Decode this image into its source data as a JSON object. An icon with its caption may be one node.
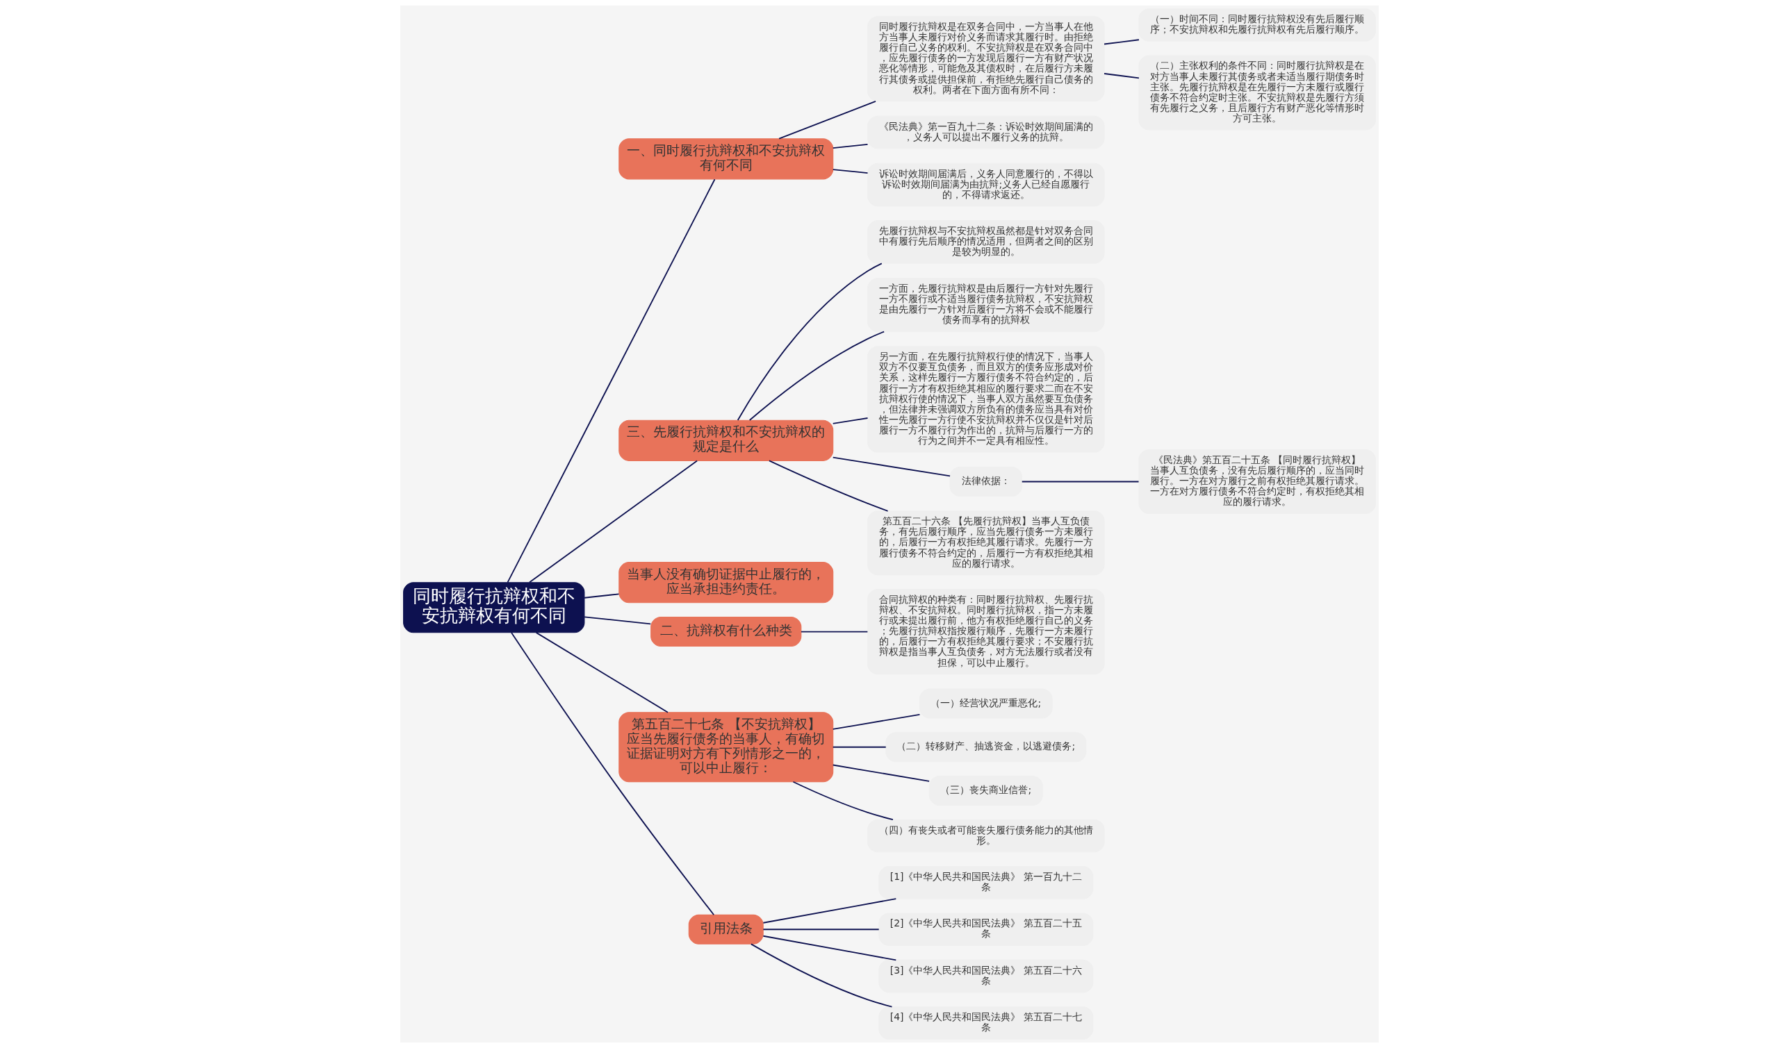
{
  "diagram": {
    "nodes": [
      {
        "text": [
          "同时履行抗辩权和不安抗辩权有何不同"
        ]
      },
      {
        "text": [
          "一、同时履行抗辩权和不安抗辩权有何不同"
        ]
      },
      {
        "text": [
          "三、先履行抗辩权和不安抗辩权的规定是什么"
        ]
      },
      {
        "text": [
          "当事人没有确切证据中止履行的，应当承担违约责任。"
        ]
      },
      {
        "text": [
          "二、抗辩权有什么种类"
        ]
      },
      {
        "text": [
          "第五百二十七条 【不安抗辩权】应当先履行债务的当事人，有确切证据证明对方有下列情形之一的，可以中止履行："
        ]
      },
      {
        "text": [
          "引用法条"
        ]
      },
      {
        "text": [
          "同时履行抗辩权是在双务合同中，一方当事人在他方当事人未履行对价义务而请求其履行时。由拒绝履行自己义务的权利。不安抗辩权是在双务合同中，应先履行债务的一方发现后履行一方有财产状况恶化等情形，可能危及其债权时，在后履行方未履行其债务或提供担保前，有拒绝先履行自己债务的权利。两者在下面方面有所不同："
        ]
      },
      {
        "text": [
          "（一）时间不同：同时履行抗辩权没有先后履行顺序；不安抗辩权和先履行抗辩权有先后履行顺序。"
        ]
      },
      {
        "text": [
          "（二）主张权利的条件不同：同时履行抗辩权是在对方当事人未履行其债务或者未适当履行期债务时主张。先履行抗辩权是在先履行一方未履行或履行债务不符合约定时主张。不安抗辩权是先履行方须有先履行之义务，且后履行方有财产恶化等情形时方可主张。"
        ]
      },
      {
        "text": [
          "《民法典》第一百九十二条：诉讼时效期间届满的，义务人可以提出不履行义务的抗辩。"
        ]
      },
      {
        "text": [
          "诉讼时效期间届满后，义务人同意履行的，不得以诉讼时效期间届满为由抗辩;义务人已经自愿履行的，不得请求返还。"
        ]
      },
      {
        "text": [
          "先履行抗辩权与不安抗辩权虽然都是针对双务合同中有履行先后顺序的情况适用，但两者之间的区别是较为明显的。"
        ]
      },
      {
        "text": [
          "一方面，先履行抗辩权是由后履行一方针对先履行一方不履行或不适当履行债务抗辩权，不安抗辩权是由先履行一方针对后履行一方将不会或不能履行债务而享有的抗辩权"
        ]
      },
      {
        "text": [
          "另一方面，在先履行抗辩权行使的情况下，当事人双方不仅要互负债务，而且双方的债务应形成对价关系，这样先履行一方履行债务不符合约定的，后履行一方才有权拒绝其相应的履行要求二而在不安抗辩权行使的情况下，当事人双方虽然要互负债务，但法律并未强调双方所负有的债务应当具有对价性一先履行一方行使不安抗辩权并不仅仅是针对后履行一方不履行行为作出的，抗辩与后履行一方的行为之间并不一定具有相应性。"
        ]
      },
      {
        "text": [
          "法律依据："
        ]
      },
      {
        "text": [
          "《民法典》第五百二十五条 【同时履行抗辩权】当事人互负债务，没有先后履行顺序的，应当同时履行。一方在对方履行之前有权拒绝其履行请求。一方在对方履行债务不符合约定时，有权拒绝其相应的履行请求。"
        ]
      },
      {
        "text": [
          "第五百二十六条 【先履行抗辩权】当事人互负债务，有先后履行顺序，应当先履行债务一方未履行的，后履行一方有权拒绝其履行请求。先履行一方履行债务不符合约定的，后履行一方有权拒绝其相应的履行请求。"
        ]
      },
      {
        "text": [
          "合同抗辩权的种类有：同时履行抗辩权、先履行抗辩权、不安抗辩权。同时履行抗辩权，指一方未履行或未提出履行前，他方有权拒绝履行自己的义务；先履行抗辩权指按履行顺序，先履行一方未履行的，后履行一方有权拒绝其履行要求；不安履行抗辩权是指当事人互负债务，对方无法履行或者没有担保，可以中止履行。"
        ]
      },
      {
        "text": [
          "（一）经营状况严重恶化;"
        ]
      },
      {
        "text": [
          "（二）转移财产、抽逃资金，以逃避债务;"
        ]
      },
      {
        "text": [
          "（三）丧失商业信誉;"
        ]
      },
      {
        "text": [
          "（四）有丧失或者可能丧失履行债务能力的其他情形。"
        ]
      },
      {
        "text": [
          "[1]《中华人民共和国民法典》 第一百九十二条"
        ]
      },
      {
        "text": [
          "[2]《中华人民共和国民法典》 第五百二十五条"
        ]
      },
      {
        "text": [
          "[3]《中华人民共和国民法典》 第五百二十六条"
        ]
      },
      {
        "text": [
          "[4]《中华人民共和国民法典》 第五百二十七条"
        ]
      }
    ],
    "edges": [
      {
        "from": 0,
        "to": 1,
        "arrow": "none"
      },
      {
        "from": 0,
        "to": 2,
        "arrow": "none"
      },
      {
        "from": 0,
        "to": 3,
        "arrow": "none"
      },
      {
        "from": 0,
        "to": 4,
        "arrow": "none"
      },
      {
        "from": 0,
        "to": 5,
        "arrow": "none"
      },
      {
        "from": 0,
        "to": 6,
        "arrow": "none"
      },
      {
        "from": 1,
        "to": 7,
        "arrow": "none"
      },
      {
        "from": 7,
        "to": 8,
        "arrow": "none"
      },
      {
        "from": 7,
        "to": 9,
        "arrow": "none"
      },
      {
        "from": 1,
        "to": 10,
        "arrow": "none"
      },
      {
        "from": 1,
        "to": 11,
        "arrow": "none"
      },
      {
        "from": 2,
        "to": 12,
        "arrow": "none"
      },
      {
        "from": 2,
        "to": 13,
        "arrow": "none"
      },
      {
        "from": 2,
        "to": 14,
        "arrow": "none"
      },
      {
        "from": 2,
        "to": 15,
        "arrow": "none"
      },
      {
        "from": 15,
        "to": 16,
        "arrow": "none"
      },
      {
        "from": 2,
        "to": 17,
        "arrow": "none"
      },
      {
        "from": 4,
        "to": 18,
        "arrow": "none"
      },
      {
        "from": 5,
        "to": 19,
        "arrow": "none"
      },
      {
        "from": 5,
        "to": 20,
        "arrow": "none"
      },
      {
        "from": 5,
        "to": 21,
        "arrow": "none"
      },
      {
        "from": 5,
        "to": 22,
        "arrow": "none"
      },
      {
        "from": 6,
        "to": 23,
        "arrow": "none"
      },
      {
        "from": 6,
        "to": 24,
        "arrow": "none"
      },
      {
        "from": 6,
        "to": 25,
        "arrow": "none"
      },
      {
        "from": 6,
        "to": 26,
        "arrow": "none"
      }
    ]
  }
}
